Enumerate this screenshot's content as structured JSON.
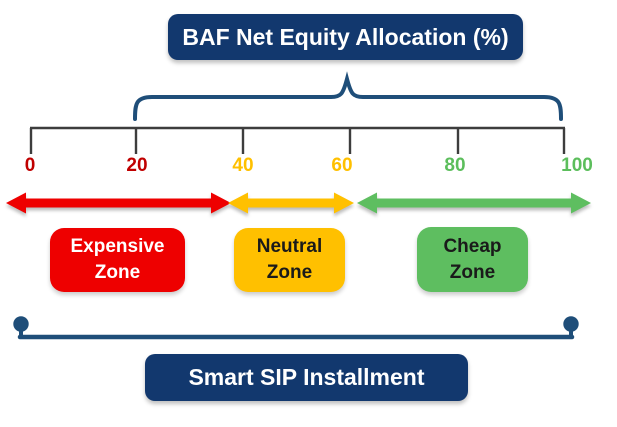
{
  "title": {
    "label": "BAF Net Equity Allocation (%)"
  },
  "axis": {
    "min": 0,
    "max": 100,
    "tick_step": 20,
    "ticks": [
      {
        "label": "0",
        "value": 0,
        "color": "#C00000"
      },
      {
        "label": "20",
        "value": 20,
        "color": "#C00000"
      },
      {
        "label": "40",
        "value": 40,
        "color": "#FFC000"
      },
      {
        "label": "60",
        "value": 60,
        "color": "#FFC000"
      },
      {
        "label": "80",
        "value": 80,
        "color": "#5CBE5C"
      },
      {
        "label": "100",
        "value": 100,
        "color": "#5CBE5C"
      }
    ]
  },
  "zones": [
    {
      "label": "Expensive Zone",
      "color": "#EE0000",
      "text_color": "#FFFFFF",
      "approx_range": [
        0,
        38
      ]
    },
    {
      "label": "Neutral Zone",
      "color": "#FFC000",
      "text_color": "#1A1A1A",
      "approx_range": [
        38,
        60
      ]
    },
    {
      "label": "Cheap Zone",
      "color": "#5EBE60",
      "text_color": "#1A1A1A",
      "approx_range": [
        60,
        100
      ]
    }
  ],
  "brace": {
    "spans_values": [
      20,
      100
    ]
  },
  "footer": {
    "label": "Smart SIP Installment"
  },
  "colors": {
    "navy": "#12386E",
    "brace": "#1F4E79",
    "axis": "#3D3D3D",
    "red": "#EE0000",
    "red_dark": "#C00000",
    "gold": "#FFC000",
    "green": "#5CBE5C",
    "green_box": "#5EBE60",
    "background": "#FFFFFF"
  }
}
